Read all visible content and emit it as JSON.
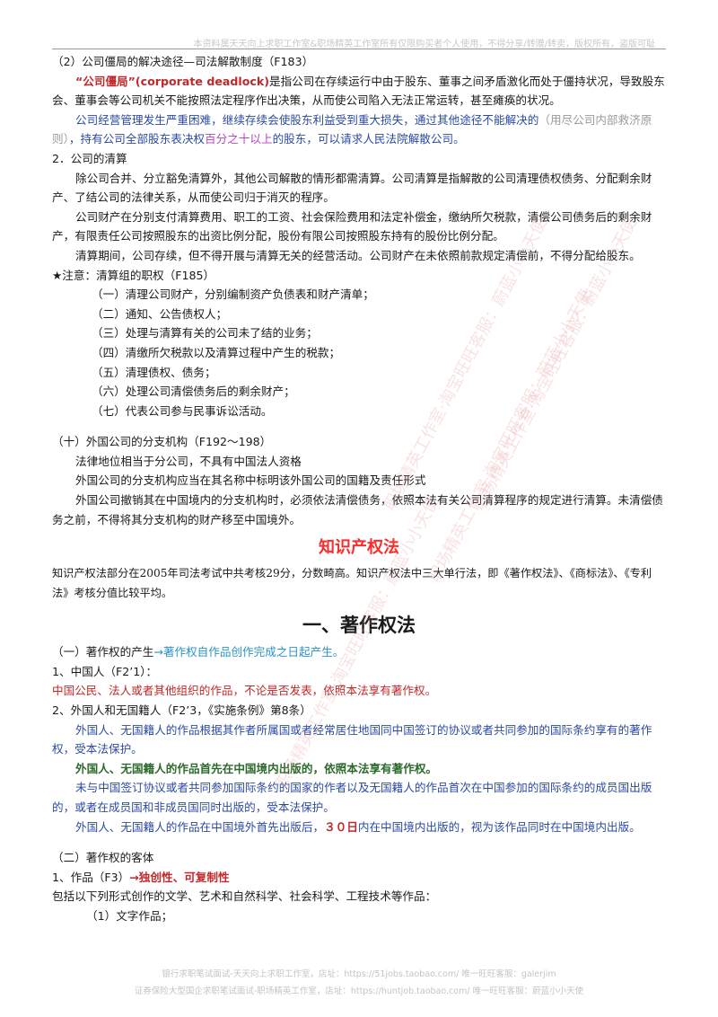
{
  "header_note": "本资料属天天向上求职工作室&职场精英工作室所有仅限购买者个人使用，不得分享/转赠/转卖，版权所有，盗版可耻",
  "s1": {
    "title": "（2）公司僵局的解决途径—司法解散制度（F183）",
    "p1_red": "“公司僵局”(corporate deadlock)",
    "p1_rest": "是指公司在存续运行中由于股东、董事之间矛盾激化而处于僵持状况，导致股东会、董事会等公司机关不能按照法定程序作出决策，从而使公司陷入无法正常运转，甚至瘫痪的状况。",
    "p2_a": "公司经营管理发生严重困难，继续存续会使股东利益受到重大损失，通过其他途径不能解决的",
    "p2_b": "（用尽公司内部救济原则）",
    "p2_c": "，持有公司全部股东表决权",
    "p2_d": "百分之十以上",
    "p2_e": "的股东，可以请求人民法院解散公司。"
  },
  "s2": {
    "title": "2．公司的清算",
    "p1": "除公司合并、分立豁免清算外，其他公司解散的情形都需清算。公司清算是指解散的公司清理债权债务、分配剩余财产、了结公司的法律关系，从而使公司归于消灭的程序。",
    "p2": "公司财产在分别支付清算费用、职工的工资、社会保险费用和法定补偿金，缴纳所欠税款，清偿公司债务后的剩余财产，有限责任公司按照股东的出资比例分配，股份有限公司按照股东持有的股份比例分配。",
    "p3": "清算期间，公司存续，但不得开展与清算无关的经营活动。公司财产在未依照前款规定清偿前，不得分配给股东。",
    "note_title": "★注意：清算组的职权（F185）",
    "items": [
      "（一）清理公司财产，分别编制资产负债表和财产清单；",
      "（二）通知、公告债权人；",
      "（三）处理与清算有关的公司未了结的业务；",
      "（四）清缴所欠税款以及清算过程中产生的税款；",
      "（五）清理债权、债务；",
      "（六）处理公司清偿债务后的剩余财产；",
      "（七）代表公司参与民事诉讼活动。"
    ]
  },
  "s3": {
    "title": "（十）外国公司的分支机构（F192～198）",
    "l1": "法律地位相当于分公司，不具有中国法人资格",
    "l2": "外国公司的分支机构应当在其名称中标明该外国公司的国籍及责任形式",
    "l3": "外国公司撤销其在中国境内的分支机构时，必须依法清偿债务，依照本法有关公司清算程序的规定进行清算。未清偿债务之前，不得将其分支机构的财产移至中国境外。"
  },
  "ip": {
    "title": "知识产权法",
    "intro": "知识产权法部分在2005年司法考试中共考核29分，分数畸高。知识产权法中三大单行法，即《著作权法》、《商标法》、《专利法》考核分值比较平均。"
  },
  "copyright": {
    "heading": "一、著作权法",
    "origin_a": "（一）著作权的产生",
    "origin_b": "→著作权自作品创作完成之日起产生。",
    "cn_title": "1、中国人（F2’1）：",
    "cn_text": "中国公民、法人或者其他组织的作品，不论是否发表，依照本法享有著作权。",
    "foreign_title": "2、外国人和无国籍人（F2’3，《实施条例》第8条）",
    "f1": "外国人、无国籍人的作品根据其作者所属国或者经常居住地国同中国签订的协议或者共同参加的国际条约享有的著作权，受本法保护。",
    "f2": "外国人、无国籍人的作品首先在中国境内出版的，依照本法享有著作权。",
    "f3": "未与中国签订协议或者共同参加国际条约的国家的作者以及无国籍人的作品首次在中国参加的国际条约的成员国出版的，或者在成员国和非成员国同时出版的，受本法保护。",
    "f4_a": "外国人、无国籍人的作品在中国境外首先出版后，",
    "f4_b": "３０日",
    "f4_c": "内在中国境内出版的，视为该作品同时在中国境内出版。",
    "object_title": "（二）著作权的客体",
    "work_a": "1、作品（F3）",
    "work_b": "→独创性、可复制性",
    "forms": "包括以下列形式创作的文学、艺术和自然科学、社会科学、工程技术等作品：",
    "w1": "（1）文字作品；"
  },
  "watermark_text": "职场精英工作室·淘宝旺旺客服：蔚蓝小小天使",
  "footer1": "银行求职笔试面试-天天向上求职工作室，店址：https://51jobs.taobao.com/ 唯一旺旺客服：galerjim",
  "footer2": "证券保险大型国企求职笔试面试-职场精英工作室，店址：https://huntjob.taobao.com/ 唯一旺旺客服：蔚蓝小小天使"
}
